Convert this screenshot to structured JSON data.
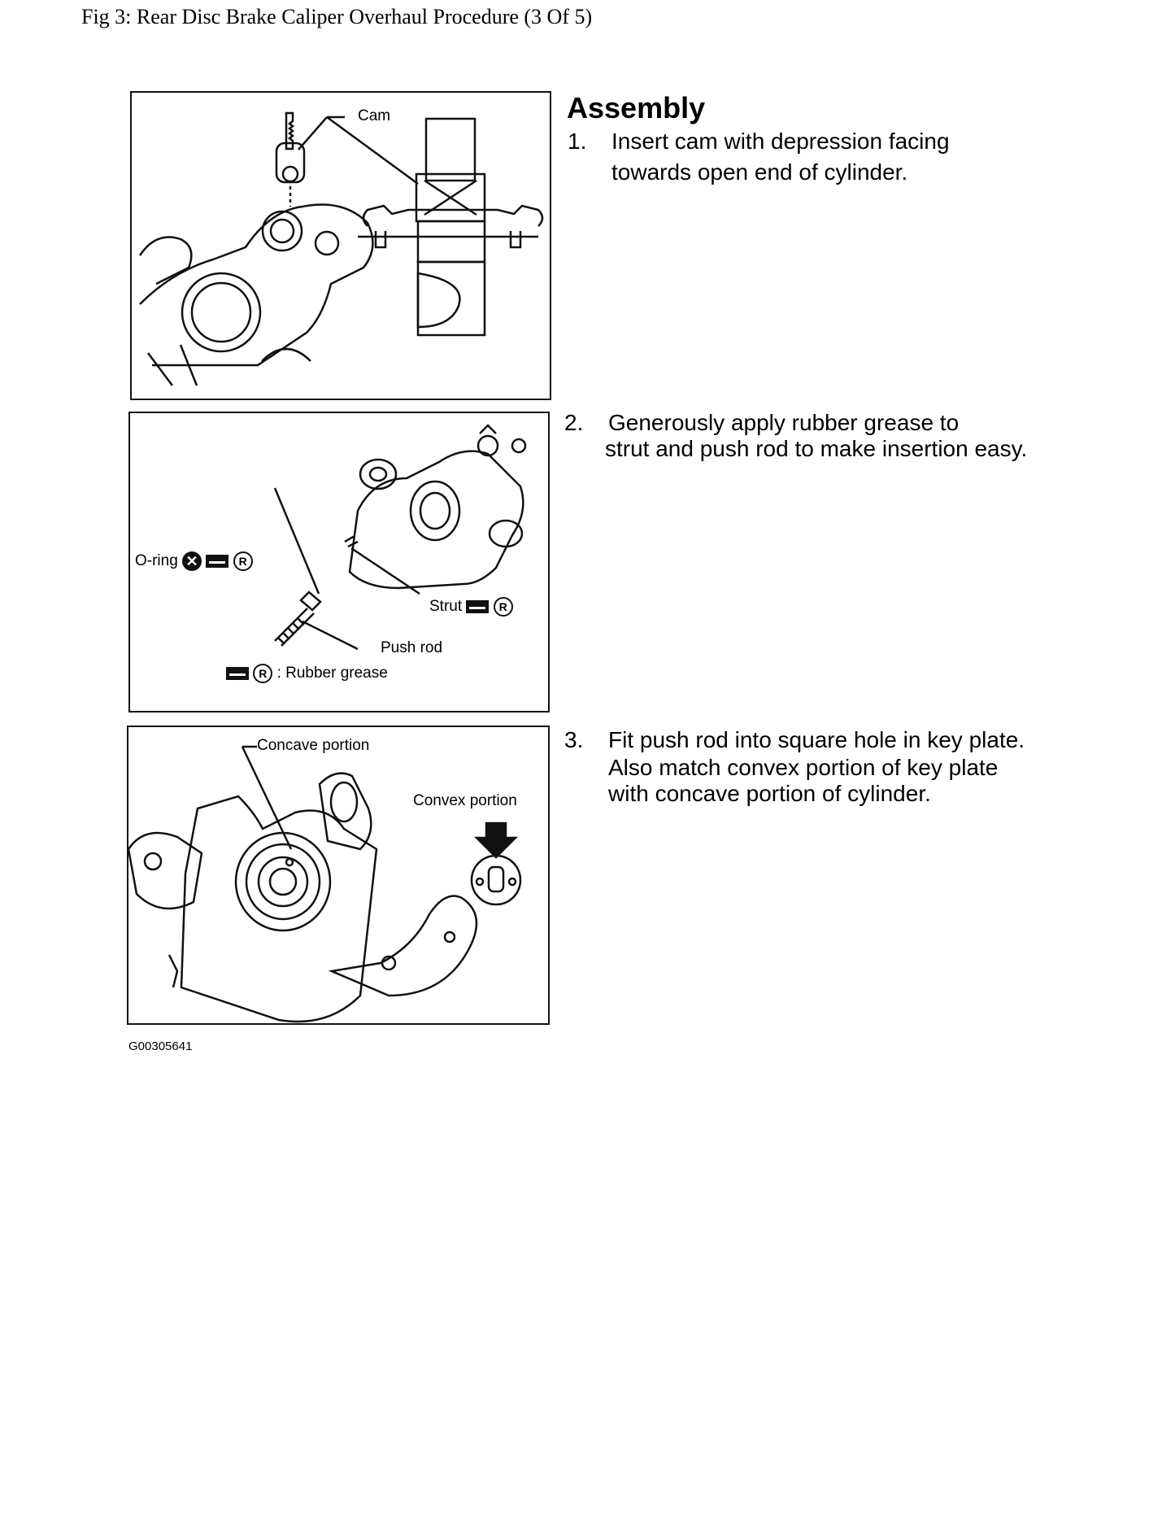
{
  "document": {
    "figure_title": "Fig 3: Rear Disc Brake Caliper Overhaul Procedure (3 Of 5)",
    "image_code": "G00305641"
  },
  "instructions": {
    "heading": "Assembly",
    "steps": [
      {
        "number": "1.",
        "lines": [
          "Insert cam with depression facing",
          "towards open end of cylinder."
        ]
      },
      {
        "number": "2.",
        "lines": [
          "Generously apply rubber grease to",
          "strut and push rod to make insertion easy."
        ]
      },
      {
        "number": "3.",
        "lines": [
          "Fit push rod into square hole in key plate.",
          "Also match convex portion of key plate",
          "with concave portion of cylinder."
        ]
      }
    ]
  },
  "panels": {
    "p1": {
      "cam": "Cam"
    },
    "p2": {
      "oring": "O-ring",
      "strut": "Strut",
      "pushrod": "Push rod",
      "legend": ": Rubber grease",
      "r_symbol": "R",
      "x_symbol": "✕"
    },
    "p3": {
      "concave": "Concave portion",
      "convex": "Convex portion"
    }
  },
  "icons": [
    "grease-icon",
    "r-mark-icon",
    "x-mark-icon",
    "arrow-down-icon"
  ]
}
